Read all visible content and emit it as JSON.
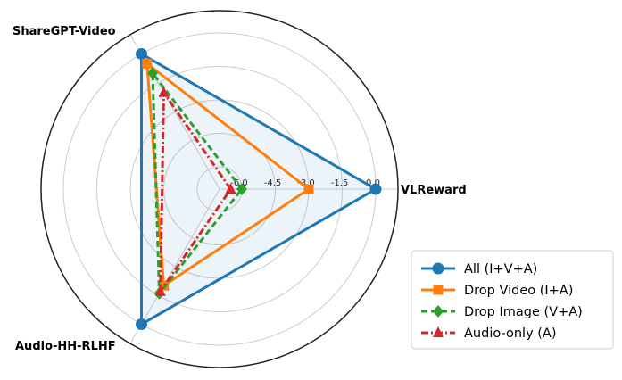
{
  "chart_data": {
    "type": "radar",
    "axes": [
      "VLReward",
      "ShareGPT-Video",
      "Audio-HH-RLHF"
    ],
    "radial_range": [
      -7.0,
      1.0
    ],
    "ticks": [
      -6.0,
      -4.5,
      -3.0,
      -1.5,
      0.0
    ],
    "tick_labels": [
      "-6.0",
      "-4.5",
      "-3.0",
      "-1.5",
      "0.0"
    ],
    "grid": true,
    "legend_position": "lower-right",
    "series": [
      {
        "name": "All (I+V+A)",
        "values": [
          0.0,
          0.0,
          0.0
        ],
        "color": "#1f77b4",
        "marker": "circle",
        "dash": "solid",
        "fill": true
      },
      {
        "name": "Drop Video (I+A)",
        "values": [
          -3.0,
          -0.5,
          -2.0
        ],
        "color": "#ff7f0e",
        "marker": "square",
        "dash": "solid",
        "fill": false
      },
      {
        "name": "Drop Image (V+A)",
        "values": [
          -6.0,
          -1.0,
          -1.6
        ],
        "color": "#2ca02c",
        "marker": "diamond",
        "dash": "dashed",
        "fill": false
      },
      {
        "name": "Audio-only (A)",
        "values": [
          -6.5,
          -2.0,
          -1.7
        ],
        "color": "#d62728",
        "marker": "triangle",
        "dash": "dashdot",
        "fill": false
      }
    ]
  }
}
